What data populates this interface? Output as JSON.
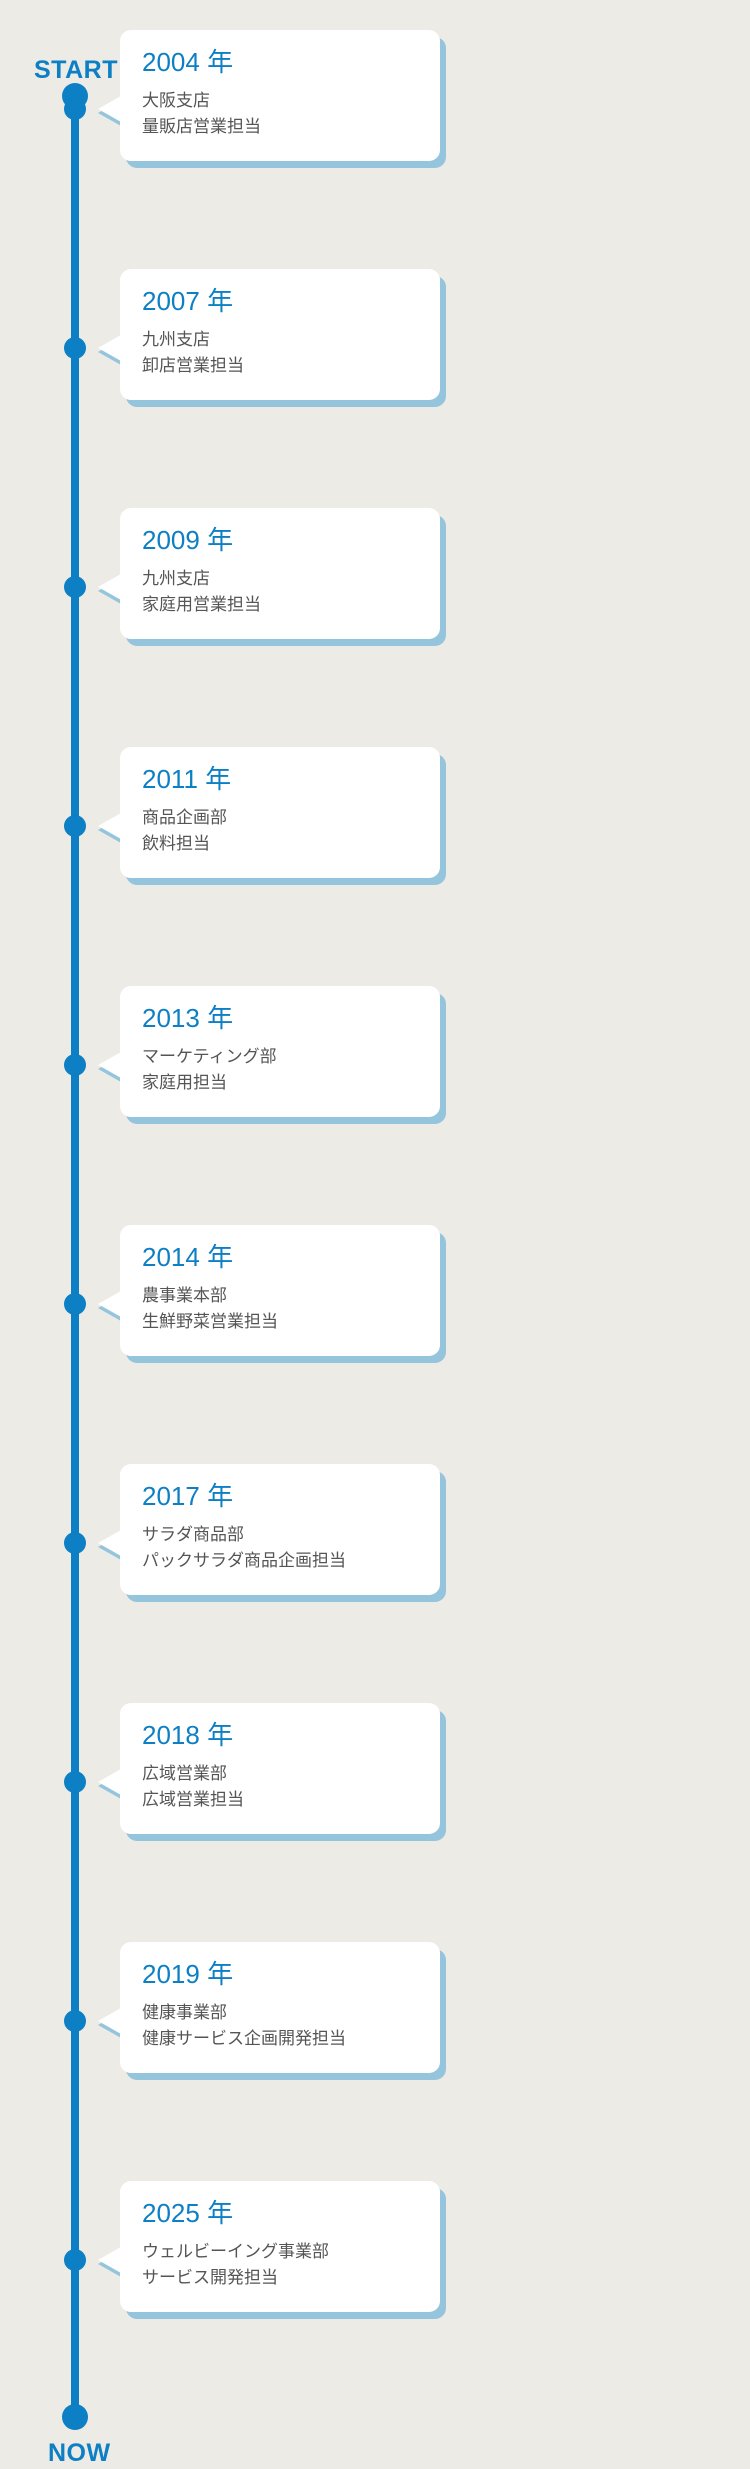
{
  "diagram": {
    "type": "vertical-career-timeline",
    "background_color": "#ecebe6",
    "accent_color": "#0d7fc4",
    "card_background": "#ffffff",
    "card_shadow_color": "#94c5dd",
    "body_text_color": "#555555",
    "start_label": "START",
    "now_label": "NOW",
    "entries": [
      {
        "year": "2004 年",
        "line1": "大阪支店",
        "line2": "量販店営業担当"
      },
      {
        "year": "2007 年",
        "line1": "九州支店",
        "line2": "卸店営業担当"
      },
      {
        "year": "2009 年",
        "line1": "九州支店",
        "line2": "家庭用営業担当"
      },
      {
        "year": "2011 年",
        "line1": "商品企画部",
        "line2": "飲料担当"
      },
      {
        "year": "2013 年",
        "line1": "マーケティング部",
        "line2": "家庭用担当"
      },
      {
        "year": "2014 年",
        "line1": "農事業本部",
        "line2": "生鮮野菜営業担当"
      },
      {
        "year": "2017 年",
        "line1": "サラダ商品部",
        "line2": "パックサラダ商品企画担当"
      },
      {
        "year": "2018 年",
        "line1": "広域営業部",
        "line2": "広域営業担当"
      },
      {
        "year": "2019 年",
        "line1": "健康事業部",
        "line2": "健康サービス企画開発担当"
      },
      {
        "year": "2025 年",
        "line1": "ウェルビーイング事業部",
        "line2": "サービス開発担当"
      }
    ]
  }
}
